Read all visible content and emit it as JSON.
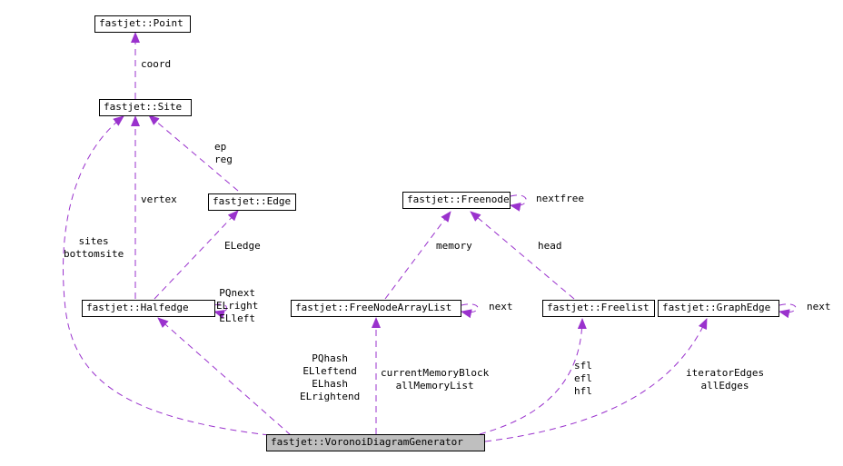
{
  "nodes": {
    "point": "fastjet::Point",
    "site": "fastjet::Site",
    "edge": "fastjet::Edge",
    "freenode": "fastjet::Freenode",
    "halfedge": "fastjet::Halfedge",
    "freenodearraylist": "fastjet::FreeNodeArrayList",
    "freelist": "fastjet::Freelist",
    "graphedge": "fastjet::GraphEdge",
    "vdg": "fastjet::VoronoiDiagramGenerator"
  },
  "labels": {
    "coord": "coord",
    "ep_reg": "ep\nreg",
    "vertex": "vertex",
    "sites": "sites\nbottomsite",
    "eledge": "ELedge",
    "halfedge_self": "PQnext\nELright\nELleft",
    "nextfree": "nextfree",
    "memory": "memory",
    "head": "head",
    "fnal_next": "next",
    "graphedge_next": "next",
    "vdg_halfedge": "PQhash\nELleftend\nELhash\nELrightend",
    "vdg_fnal": "currentMemoryBlock\nallMemoryList",
    "vdg_freelist": "sfl\nefl\nhfl",
    "vdg_graphedge": "iteratorEdges\nallEdges"
  },
  "colors": {
    "edge": "#9a32cd",
    "focus_fill": "#bfbfbf"
  }
}
